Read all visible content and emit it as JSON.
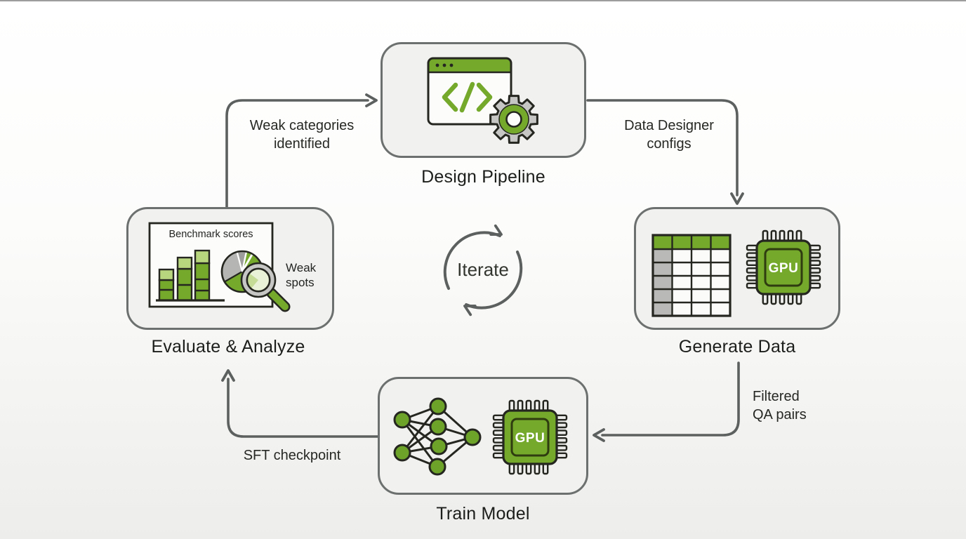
{
  "diagram": {
    "type": "flow-cycle",
    "center_label": "Iterate",
    "nodes": [
      {
        "id": "design-pipeline",
        "label": "Design Pipeline",
        "icons": [
          "browser-code-window-icon",
          "gear-icon"
        ]
      },
      {
        "id": "generate-data",
        "label": "Generate Data",
        "icons": [
          "data-table-icon",
          "gpu-chip-icon"
        ]
      },
      {
        "id": "train-model",
        "label": "Train Model",
        "icons": [
          "neural-network-icon",
          "gpu-chip-icon"
        ]
      },
      {
        "id": "evaluate-analyze",
        "label": "Evaluate & Analyze",
        "icons": [
          "bar-chart-icon",
          "pie-chart-icon",
          "magnifier-icon"
        ]
      }
    ],
    "edges": [
      {
        "from": "evaluate-analyze",
        "to": "design-pipeline",
        "label": "Weak categories identified"
      },
      {
        "from": "design-pipeline",
        "to": "generate-data",
        "label": "Data Designer configs"
      },
      {
        "from": "generate-data",
        "to": "train-model",
        "label": "Filtered QA pairs"
      },
      {
        "from": "train-model",
        "to": "evaluate-analyze",
        "label": "SFT checkpoint"
      }
    ],
    "annotations": {
      "benchmark_title": "Benchmark scores",
      "weak_spots": "Weak spots",
      "gpu_label": "GPU"
    },
    "colors": {
      "green": "#74a92c",
      "green_light": "#b7d67d",
      "gear_gray": "#c6c7c4",
      "node_fill": "#f1f1ef",
      "node_border": "#6c706e",
      "connector": "#5c605e",
      "ink": "#24261f"
    }
  }
}
